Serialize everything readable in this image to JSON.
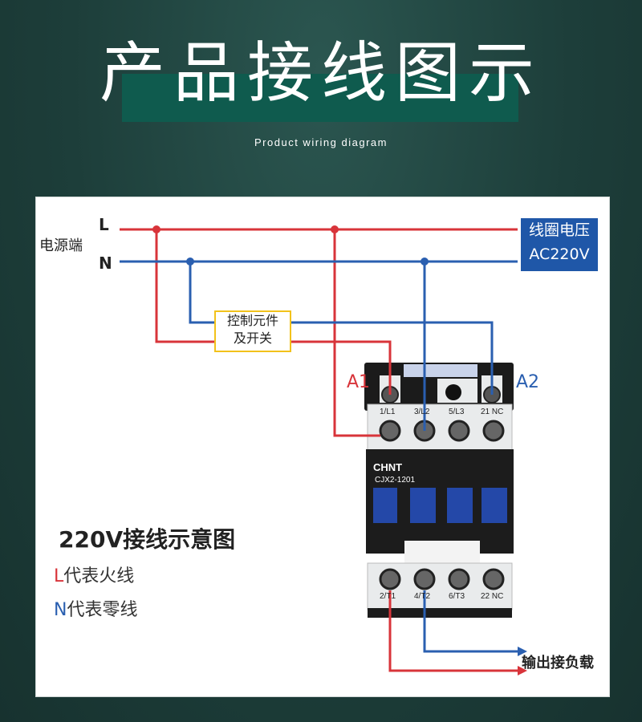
{
  "header": {
    "title": "产品接线图示",
    "subtitle": "Product wiring diagram"
  },
  "diagram": {
    "power_source_label": "电源端",
    "line_L": "L",
    "line_N": "N",
    "coil_voltage": {
      "line1": "线圈电压",
      "line2": "AC220V"
    },
    "control_element": {
      "line1": "控制元件",
      "line2": "及开关"
    },
    "coil_terminal_a1": "A1",
    "coil_terminal_a2": "A2",
    "contactor": {
      "brand": "CHNT",
      "model": "CJX2-1201",
      "top_terminals": [
        "1/L1",
        "3/L2",
        "5/L3",
        "21 NC"
      ],
      "bottom_terminals": [
        "2/T1",
        "4/T2",
        "6/T3",
        "22 NC"
      ]
    },
    "output_label": "输出接负载",
    "colors": {
      "live": "#d8343a",
      "neutral": "#2a5fb0",
      "control_border": "#f2c21b",
      "coil_box": "#1f57a8"
    }
  },
  "legend": {
    "title": "220V接线示意图",
    "live_key": "L",
    "live_text": "代表火线",
    "neutral_key": "N",
    "neutral_text": "代表零线"
  }
}
